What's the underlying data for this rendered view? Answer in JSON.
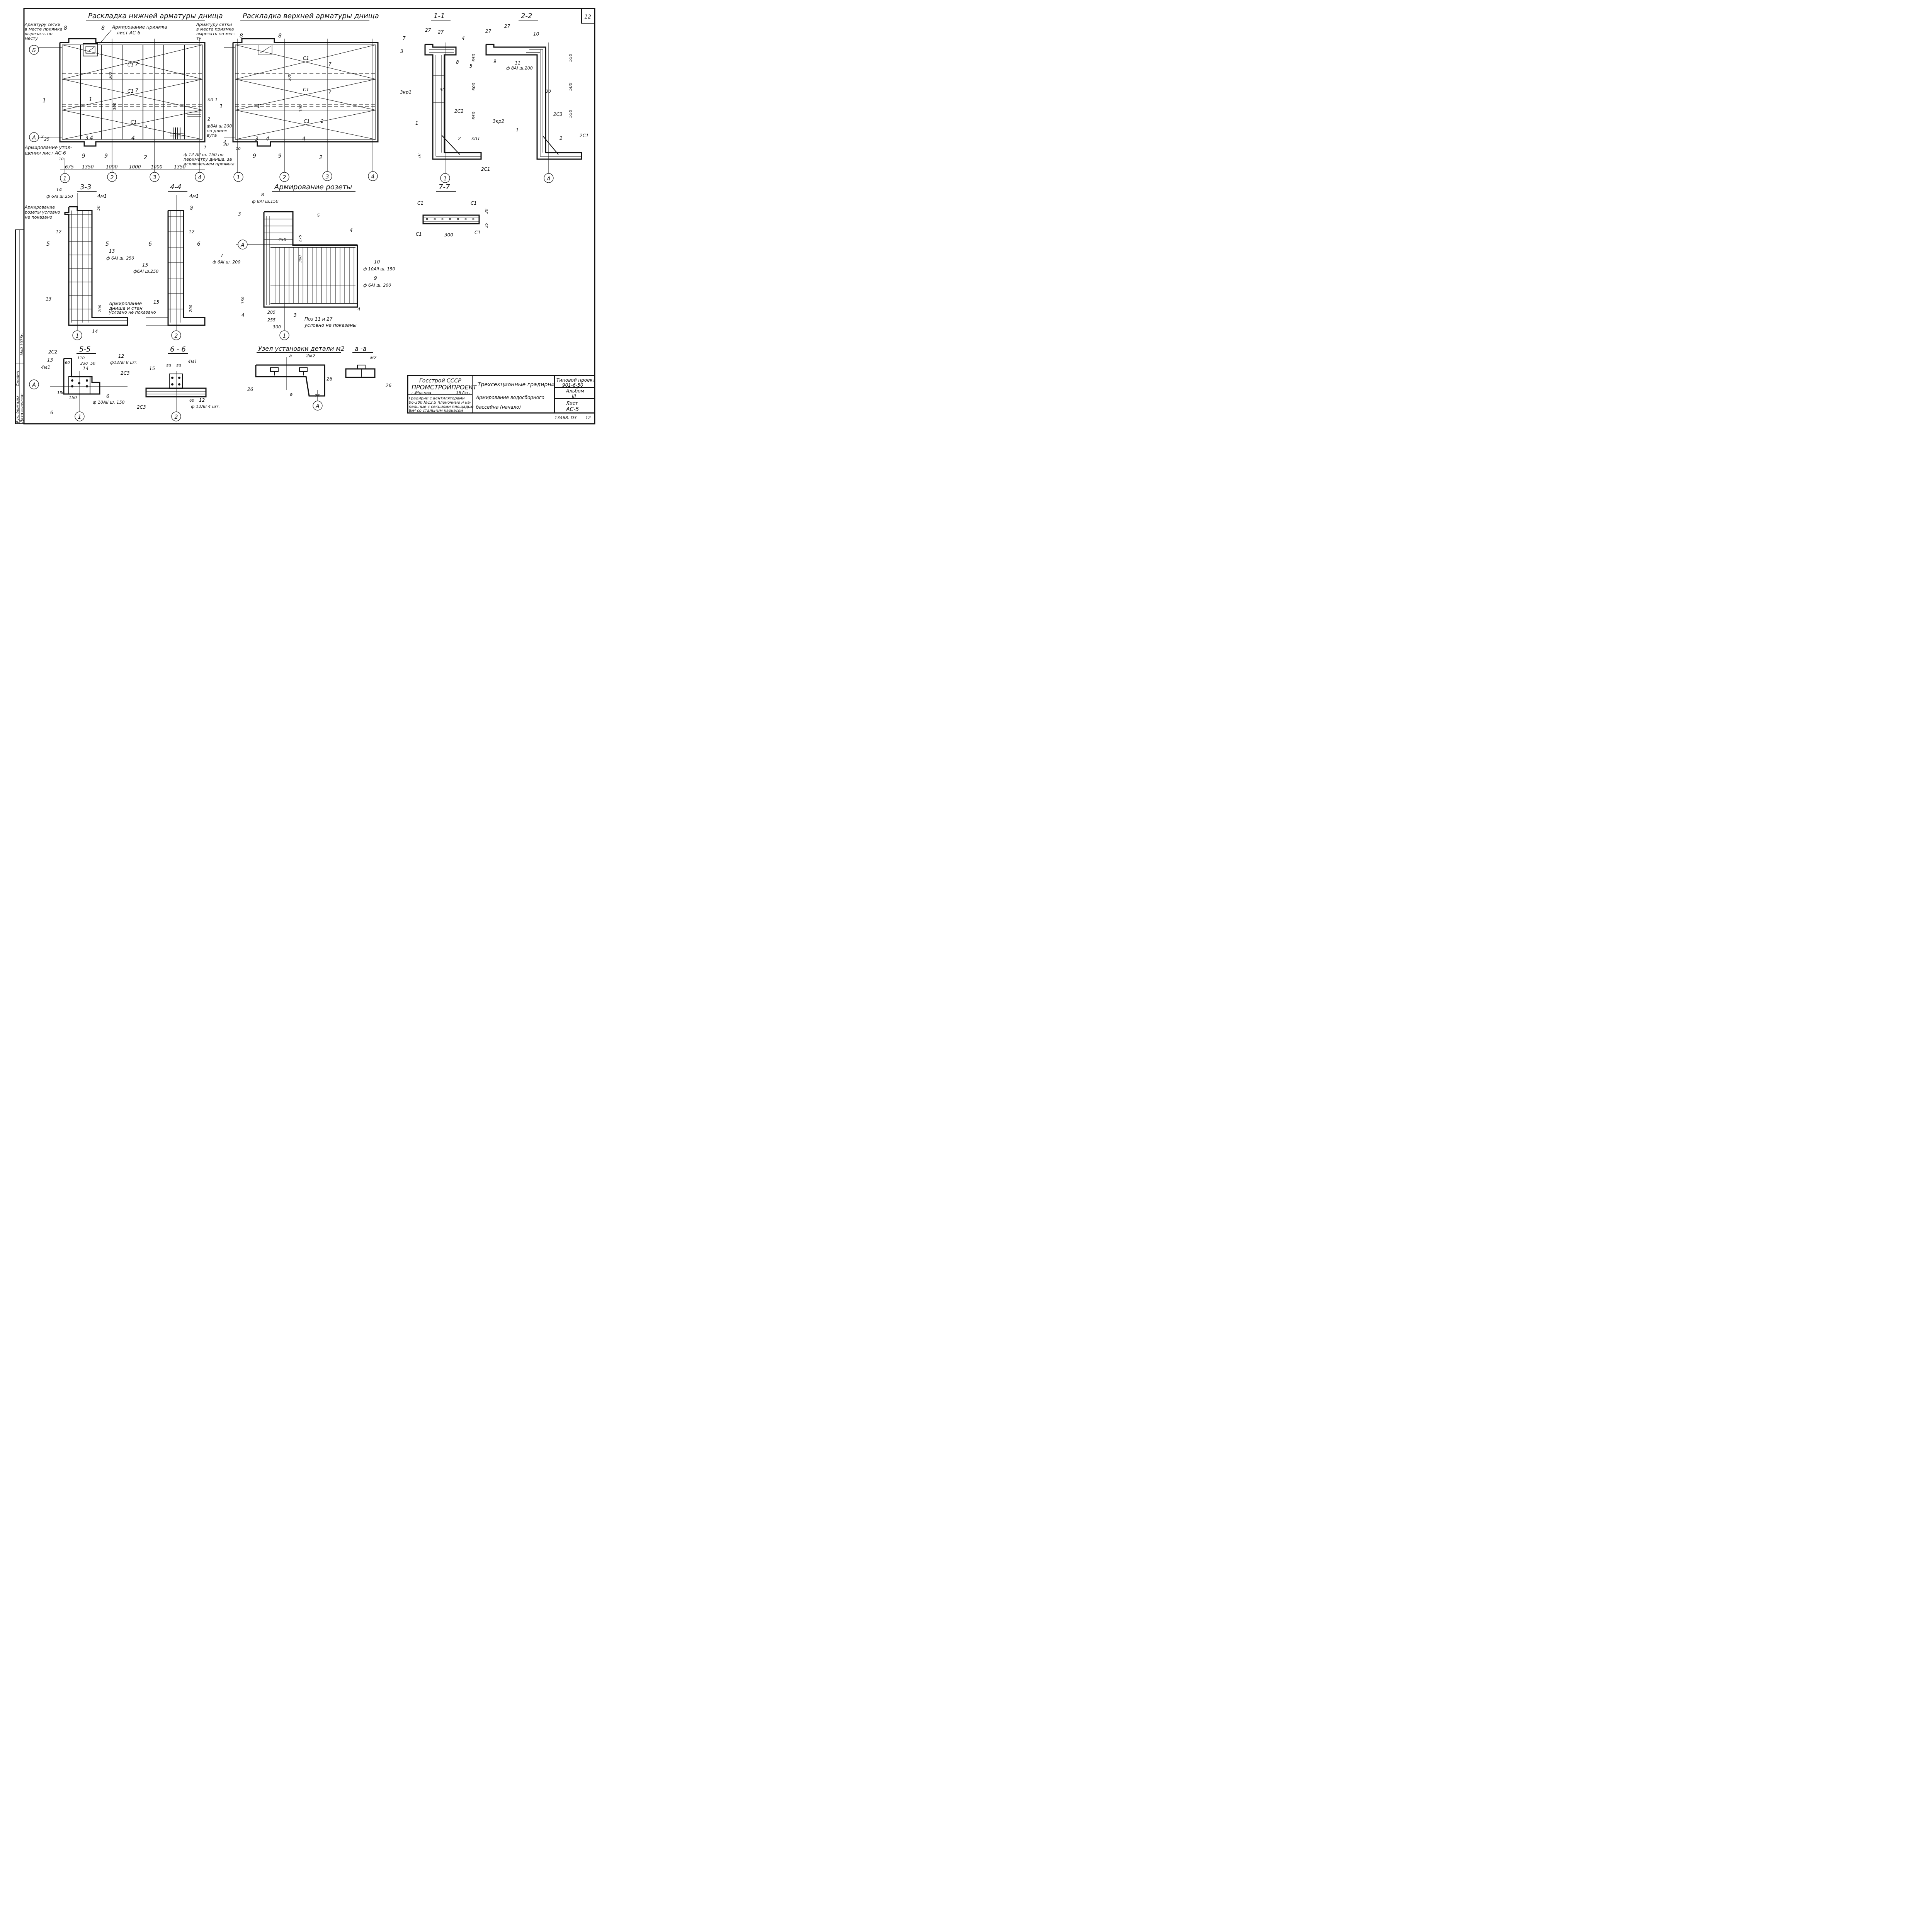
{
  "sheet": {
    "sheet_number_corner": "12",
    "footer_code": "13468. D3",
    "footer_page": "12"
  },
  "titles": {
    "lower_layout": "Раскладка нижней арматуры днища",
    "upper_layout": "Раскладка верхней арматуры днища",
    "sec_1_1": "1-1",
    "sec_2_2": "2-2",
    "sec_3_3": "3-3",
    "sec_4_4": "4-4",
    "rosette": "Армирование розеты",
    "sec_7_7": "7-7",
    "sec_5_5": "5-5",
    "sec_6_6": "6 - 6",
    "node_m2": "Узел установки детали м2",
    "sec_a_a": "a -a"
  },
  "notes": {
    "pit_mesh_left_1": "Арматуру сетки",
    "pit_mesh_left_2": "в месте приямка",
    "pit_mesh_left_3": "вырезать по",
    "pit_mesh_left_4": "месту",
    "pit_reinf_1": "Армирование приямка",
    "pit_reinf_2": "лист АС-6",
    "pit_mesh_right_1": "Арматуру сетки",
    "pit_mesh_right_2": "в месте приямка",
    "pit_mesh_right_3": "вырезать по мес-",
    "pit_mesh_right_4": "ту",
    "seal_1": "Армирование утол-",
    "seal_2": "щения лист АС-6",
    "perim_1": "ф 12 АII ш.  150 по",
    "perim_2": "периметру днища, за",
    "perim_3": "исключением приямка",
    "haunch_1": "ф8АI ш.200",
    "haunch_2": "по длине",
    "haunch_3": "вута",
    "rosette_note_1": "Армирование",
    "rosette_note_2": "розеты условно",
    "rosette_note_3": "не показано",
    "bottom_note_1": "Армирование",
    "bottom_note_2": "днища и стен",
    "bottom_note_3": "условно не показано",
    "poz_1": "Поз 11 и 27",
    "poz_2": "условно не показаны",
    "bar_14": "ф 6АI ш.250",
    "bar_13": "ф 6АI ш. 250",
    "bar_15": "ф6АI ш.250",
    "bar_8": "ф 8АI ш.150",
    "bar_7": "ф 6АI ш. 200",
    "bar_10": "ф 10АII  ш. 150",
    "bar_9": "ф 6АI  ш. 200",
    "bar_11": "ф 8АI ш.200",
    "bar_12a": "ф12АII 8 шт.",
    "bar_10b": "ф 10АII  ш. 150",
    "bar_12b": "ф 12АII 4 шт."
  },
  "dims": {
    "d675": "675",
    "d1350a": "1350",
    "d1000a": "1000",
    "d1000b": "1000",
    "d1000c": "1000",
    "d1350b": "1350",
    "d550a": "550",
    "d500": "500",
    "d550b": "550",
    "d300": "300",
    "d450": "450",
    "d275": "275",
    "d150": "150",
    "d205": "205",
    "d255": "255",
    "d200": "200",
    "d50": "50",
    "d230": "230",
    "d60": "60",
    "d110": "110"
  },
  "axes": [
    "1",
    "2",
    "3",
    "4"
  ],
  "axis_letters": {
    "a": "А",
    "b": "Б"
  },
  "title_block": {
    "org_1": "Госстрой СССР",
    "org_2": "ПРОМСТРОЙПРОЕКТ",
    "city": "г.Москва",
    "year": "1975г.",
    "object_1": "Градирни с вентиляторами",
    "object_2": "06-300 №12,5 пленочные и ка-",
    "object_3": "пельные с секциями площадью",
    "object_4": "8м² со стальным каркасом",
    "title_main": "Трехсекционные градирни",
    "title_sub_1": "Армирование водосборного",
    "title_sub_2": "бассейна   (начало)",
    "project_label": "Типовой проект",
    "project_no": "901-6-50",
    "album_label": "Альбом",
    "album_no": "III",
    "sheet_label": "Лист",
    "sheet_no": "АС-5"
  },
  "stamp": {
    "row1": "Рук. бригады",
    "row1b": "Смолин",
    "row2": "Дата выпуска:",
    "row2b": "Май  1975г."
  }
}
